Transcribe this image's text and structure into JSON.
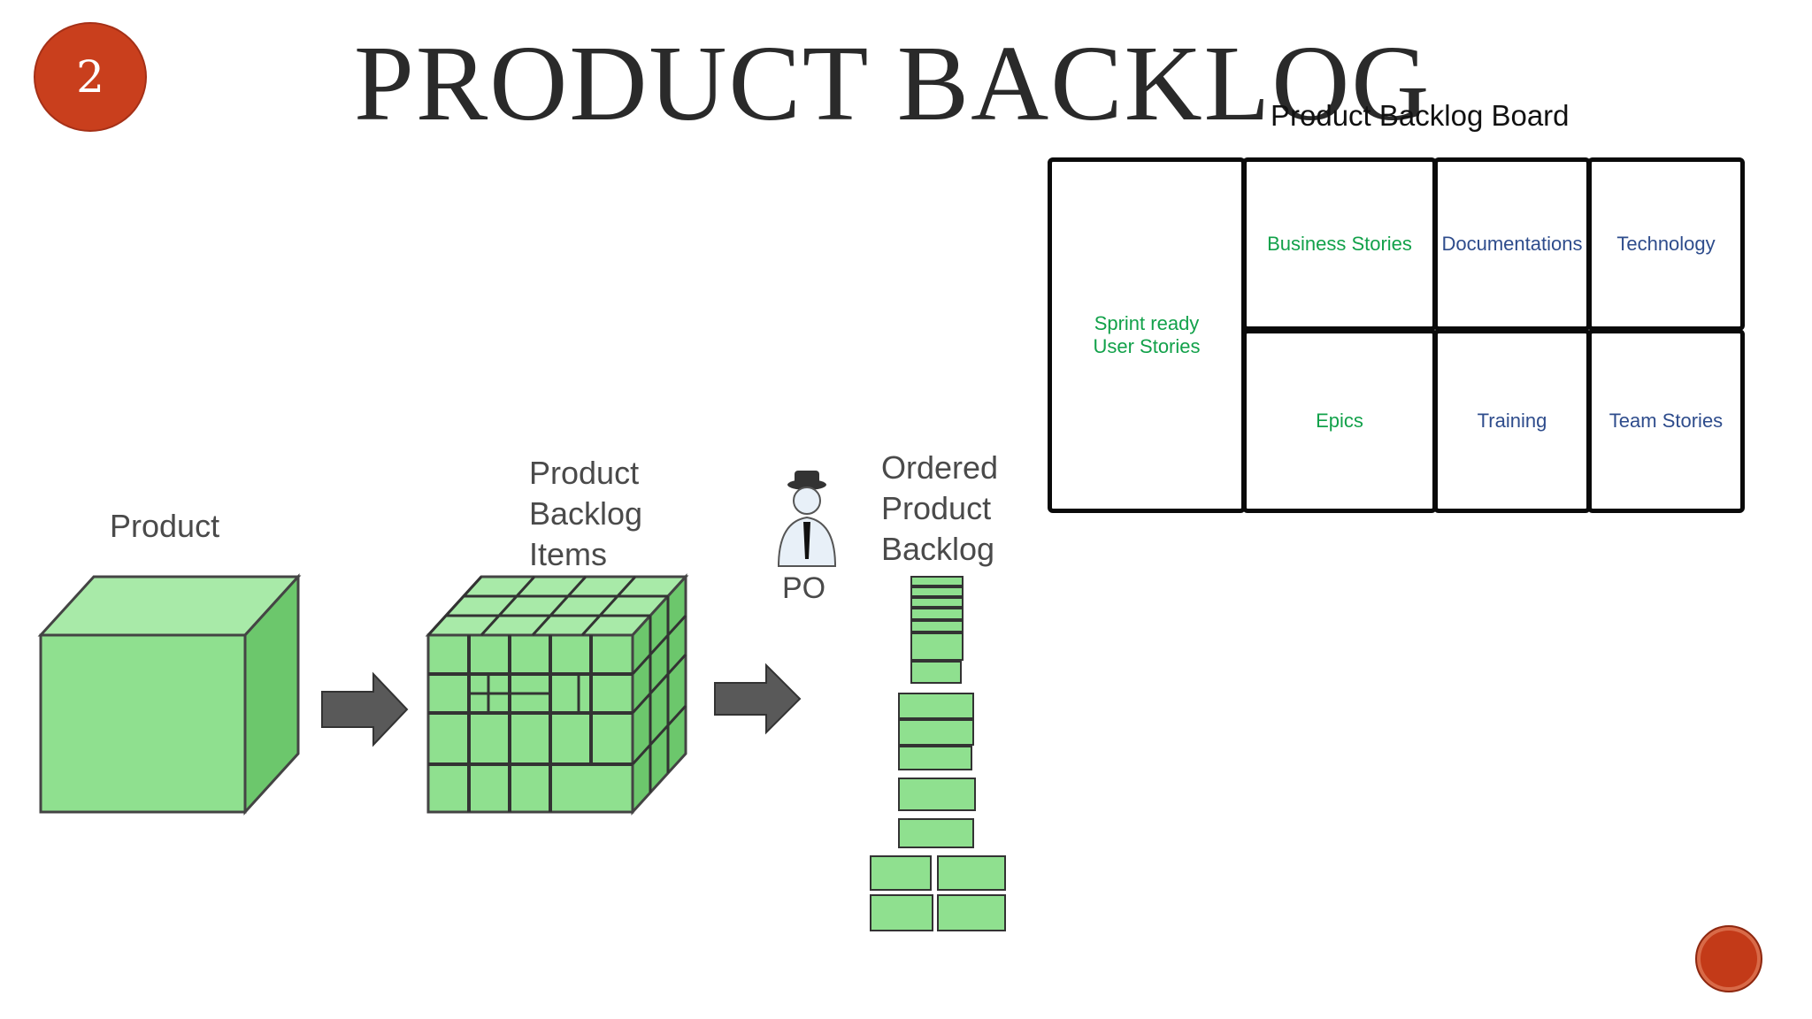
{
  "slide": {
    "number": "2",
    "title": "PRODUCT BACKLOG"
  },
  "board": {
    "title": "Product Backlog Board",
    "cells": {
      "sprint_ready": {
        "line1": "Sprint ready",
        "line2": "User Stories"
      },
      "business_stories": "Business Stories",
      "documentations": "Documentations",
      "technology": "Technology",
      "epics": "Epics",
      "training": "Training",
      "team_stories": "Team Stories"
    }
  },
  "diagram": {
    "product_label": "Product",
    "items_label": {
      "line1": "Product",
      "line2": "Backlog",
      "line3": "Items"
    },
    "po_label": "PO",
    "ordered_label": {
      "line1": "Ordered",
      "line2": "Product",
      "line3": "Backlog"
    }
  },
  "colors": {
    "badge": "#c93f1d",
    "cube_face": "#8fe08f",
    "cube_side": "#6cc76c",
    "arrow": "#595959",
    "green_text": "#12a14a",
    "blue_text": "#2e4c8c"
  }
}
